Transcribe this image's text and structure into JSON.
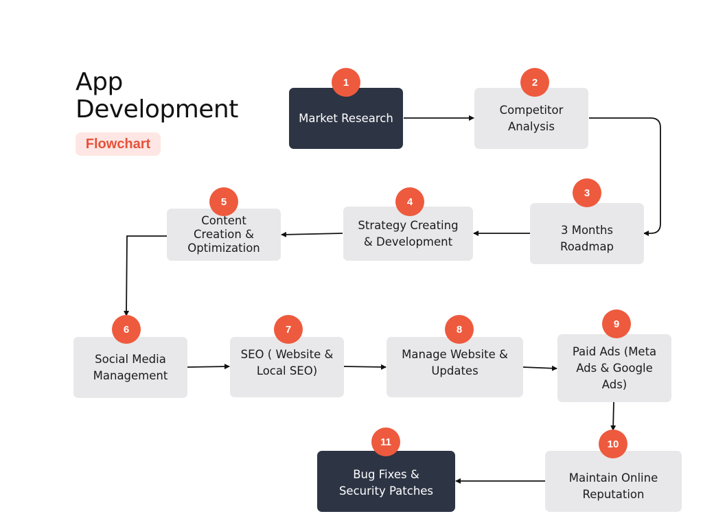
{
  "header": {
    "title_line1": "App",
    "title_line2": "Development",
    "subtitle": "Flowchart"
  },
  "colors": {
    "accent": "#ee5a3e",
    "dark_box": "#2d3444",
    "light_box": "#e8e8ea",
    "subtitle_bg": "#fde6e3"
  },
  "steps": [
    {
      "number": "1",
      "lines": [
        "Market Research"
      ],
      "style": "dark"
    },
    {
      "number": "2",
      "lines": [
        "Competitor",
        "Analysis"
      ],
      "style": "light"
    },
    {
      "number": "3",
      "lines": [
        "3 Months",
        "Roadmap"
      ],
      "style": "light"
    },
    {
      "number": "4",
      "lines": [
        "Strategy Creating",
        "& Development"
      ],
      "style": "light"
    },
    {
      "number": "5",
      "lines": [
        "Content",
        "Creation &",
        "Optimization"
      ],
      "style": "light"
    },
    {
      "number": "6",
      "lines": [
        "Social Media",
        "Management"
      ],
      "style": "light"
    },
    {
      "number": "7",
      "lines": [
        "SEO ( Website &",
        "Local SEO)"
      ],
      "style": "light"
    },
    {
      "number": "8",
      "lines": [
        "Manage Website &",
        "Updates"
      ],
      "style": "light"
    },
    {
      "number": "9",
      "lines": [
        "Paid Ads (Meta",
        "Ads & Google",
        "Ads)"
      ],
      "style": "light"
    },
    {
      "number": "10",
      "lines": [
        "Maintain Online",
        "Reputation"
      ],
      "style": "light"
    },
    {
      "number": "11",
      "lines": [
        "Bug Fixes &",
        "Security Patches"
      ],
      "style": "dark"
    }
  ]
}
